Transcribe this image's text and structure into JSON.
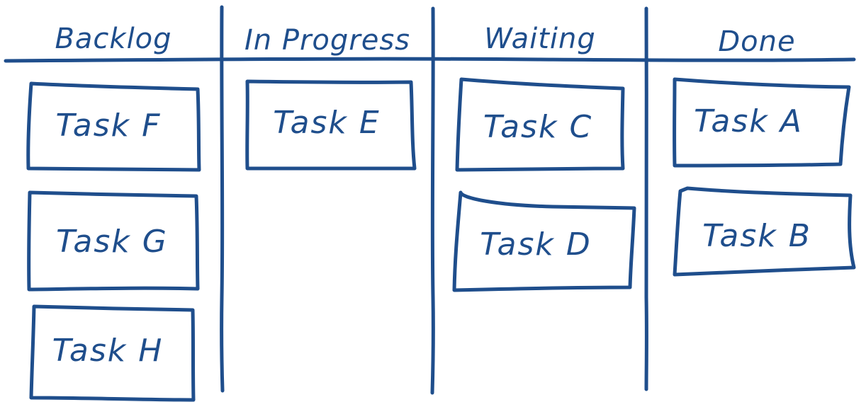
{
  "board": {
    "ink_color": "#1f4e8c",
    "columns": [
      {
        "id": "backlog",
        "title": "Backlog",
        "tasks": [
          "Task F",
          "Task G",
          "Task H"
        ]
      },
      {
        "id": "in-progress",
        "title": "In Progress",
        "tasks": [
          "Task E"
        ]
      },
      {
        "id": "waiting",
        "title": "Waiting",
        "tasks": [
          "Task C",
          "Task D"
        ]
      },
      {
        "id": "done",
        "title": "Done",
        "tasks": [
          "Task A",
          "Task B"
        ]
      }
    ]
  }
}
